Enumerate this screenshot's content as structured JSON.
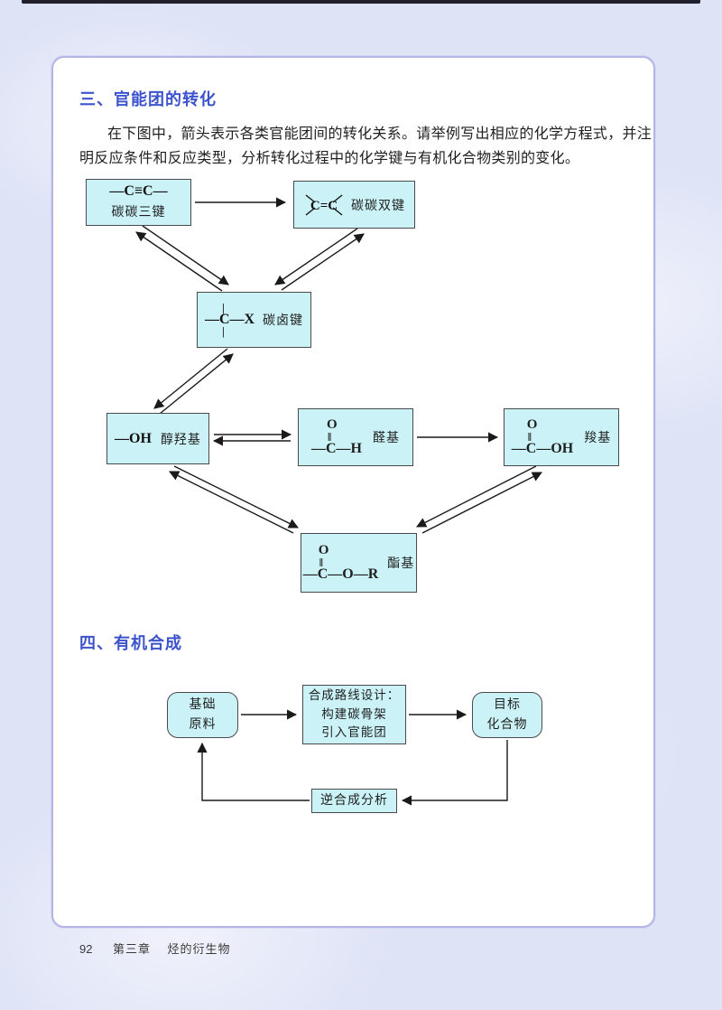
{
  "colors": {
    "accent_blue": "#3d53cd",
    "box_fill": "#cbf2f6",
    "page_background": "#dee3f6",
    "card_border": "#b3b5e4"
  },
  "section3": {
    "heading": "三、官能团的转化",
    "paragraph_line1": "在下图中，箭头表示各类官能团间的转化关系。请举例写出相应的化学方程式，并注",
    "paragraph_line2": "明反应条件和反应类型，分析转化过程中的化学键与有机化合物类别的变化。"
  },
  "diagram1": {
    "boxes": {
      "triple": {
        "formula": "—C≡C—",
        "label": "碳碳三键"
      },
      "double": {
        "formula": "C=C",
        "label": "碳碳双键"
      },
      "halide": {
        "bond_top": "|",
        "formula": "—C—X",
        "bond_bottom": "|",
        "label": "碳卤键"
      },
      "hydroxyl": {
        "formula": "—OH",
        "label": "醇羟基"
      },
      "aldehyde": {
        "formula_top": "O",
        "formula_bond": "‖",
        "formula_main": "—C—H",
        "label": "醛基"
      },
      "carboxyl": {
        "formula_top": "O",
        "formula_bond": "‖",
        "formula_main": "—C—OH",
        "label": "羧基"
      },
      "ester": {
        "formula_top": "O",
        "formula_bond": "‖",
        "formula_main": "—C—O—R",
        "label": "酯基"
      }
    }
  },
  "section4": {
    "heading": "四、有机合成",
    "flow": {
      "raw": "基础\n原料",
      "design": "合成路线设计：\n构建碳骨架\n引入官能团",
      "target": "目标\n化合物",
      "retro": "逆合成分析"
    }
  },
  "footer": {
    "page_number": "92",
    "chapter": "第三章",
    "chapter_title": "烃的衍生物"
  }
}
